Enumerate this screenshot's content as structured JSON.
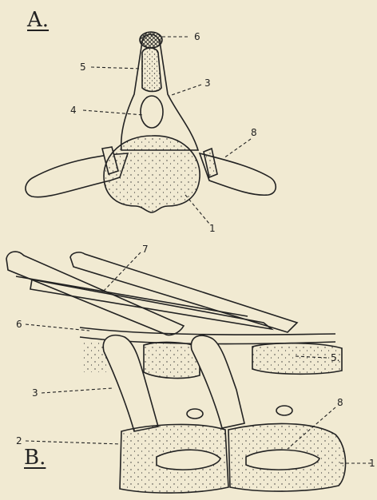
{
  "figure": {
    "panel_a": {
      "label": "A.",
      "callouts": [
        "6",
        "5",
        "3",
        "4",
        "8",
        "1"
      ]
    },
    "panel_b": {
      "label": "B.",
      "callouts": [
        "7",
        "6",
        "5.",
        "3",
        "8",
        "2",
        "1"
      ]
    },
    "colors": {
      "paper": "#f1ead2",
      "ink": "#222222"
    }
  }
}
